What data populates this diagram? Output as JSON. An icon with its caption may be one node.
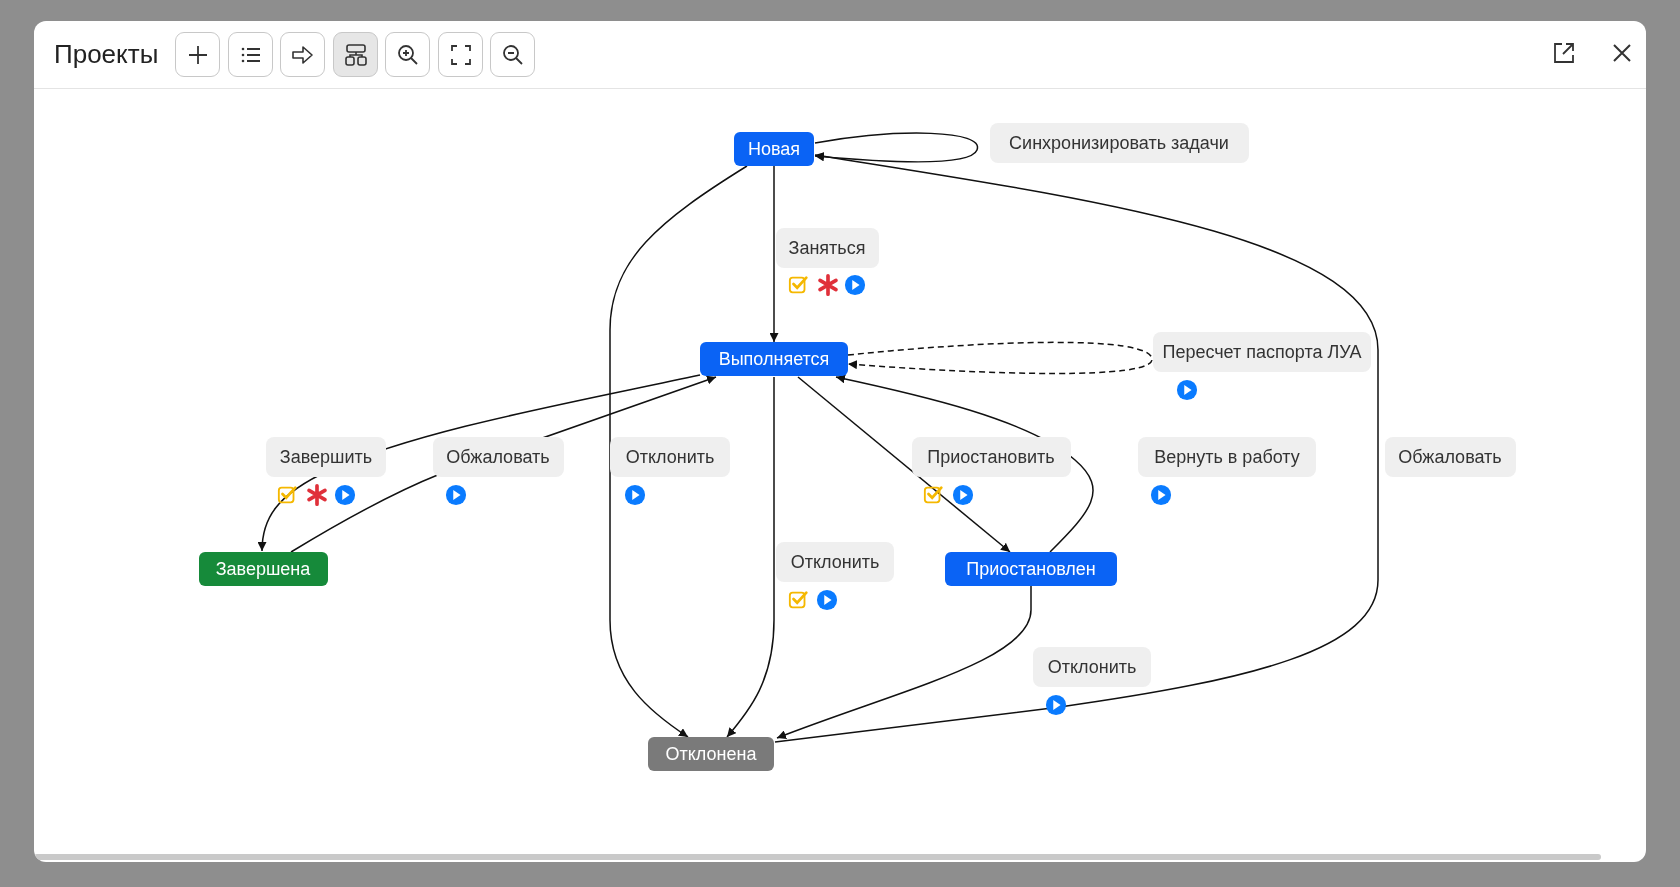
{
  "diagram": {
    "nodes": [
      {
        "text": [
          "Новая"
        ]
      },
      {
        "text": [
          "Выполняется"
        ]
      },
      {
        "text": [
          "Завершена"
        ]
      },
      {
        "text": [
          "Приостановлен"
        ]
      },
      {
        "text": [
          "Отклонена"
        ]
      }
    ],
    "edges": [
      {
        "from": 0,
        "to": 0,
        "arrow": "to",
        "label": "Синхронизировать задачи"
      },
      {
        "from": 0,
        "to": 1,
        "arrow": "to",
        "label": "Заняться"
      },
      {
        "from": 0,
        "to": 4,
        "arrow": "to",
        "label": "Отклонить"
      },
      {
        "from": 1,
        "to": 1,
        "arrow": "to",
        "label": "Пересчет паспорта ЛУА",
        "style": "dashed"
      },
      {
        "from": 1,
        "to": 2,
        "arrow": "to",
        "label": "Завершить"
      },
      {
        "from": 2,
        "to": 1,
        "arrow": "to",
        "label": "Обжаловать"
      },
      {
        "from": 1,
        "to": 4,
        "arrow": "to",
        "label": "Отклонить"
      },
      {
        "from": 1,
        "to": 3,
        "arrow": "to",
        "label": "Приостановить"
      },
      {
        "from": 3,
        "to": 1,
        "arrow": "to",
        "label": "Вернуть в работу"
      },
      {
        "from": 3,
        "to": 4,
        "arrow": "to",
        "label": "Отклонить"
      },
      {
        "from": 4,
        "to": 0,
        "arrow": "to",
        "label": "Обжаловать"
      }
    ],
    "labels": [
      "Проекты"
    ]
  }
}
